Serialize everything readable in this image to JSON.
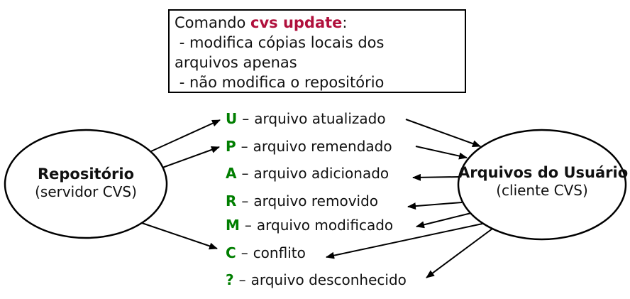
{
  "info_box": {
    "line1_prefix": "Comando ",
    "line1_command": "cvs update",
    "line1_suffix": ":",
    "line2": " - modifica cópias locais dos",
    "line3": "arquivos apenas",
    "line4": " - não modifica o repositório"
  },
  "left_ellipse": {
    "title": "Repositório",
    "subtitle": "(servidor CVS)"
  },
  "right_ellipse": {
    "title": "Arquivos do Usuário",
    "subtitle": "(cliente CVS)"
  },
  "statuses": [
    {
      "code": "U",
      "separator": "–",
      "description": "arquivo atualizado"
    },
    {
      "code": "P",
      "separator": "–",
      "description": "arquivo remendado"
    },
    {
      "code": "A",
      "separator": "–",
      "description": "arquivo adicionado"
    },
    {
      "code": "R",
      "separator": "–",
      "description": "arquivo removido"
    },
    {
      "code": "M",
      "separator": "–",
      "description": "arquivo modificado"
    },
    {
      "code": "C",
      "separator": "–",
      "description": "conflito"
    },
    {
      "code": "?",
      "separator": "–",
      "description": "arquivo desconhecido"
    }
  ],
  "colors": {
    "command_red": "#b0103c",
    "status_green": "#007e00",
    "line_black": "#000000"
  }
}
